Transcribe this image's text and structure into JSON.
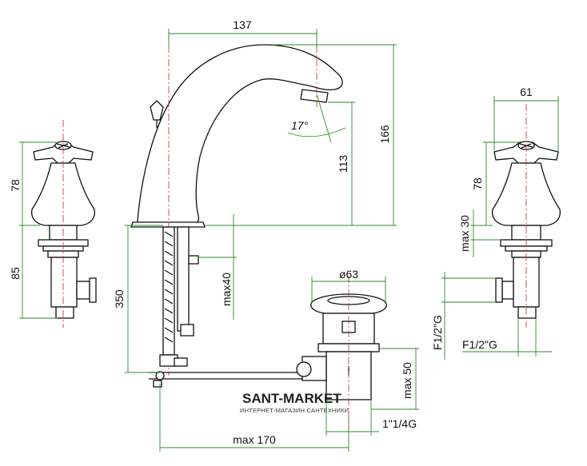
{
  "dimensions": {
    "spout_reach": "137",
    "height_total": "166",
    "height_outlet": "113",
    "spout_angle": "17°",
    "handle_height_left": "78",
    "valve_body_left": "85",
    "supply_length": "350",
    "deck_max": "max40",
    "handle_width_right": "61",
    "handle_height_right": "78",
    "deck_max_right": "max 30",
    "thread_right_vertical": "F1/2\"G",
    "thread_right_horizontal": "F1/2\"G",
    "drain_diameter": "ø63",
    "drain_max": "max 50",
    "drain_thread": "1\"1/4G",
    "rod_max": "max 170"
  },
  "watermark": {
    "brand": "SANT-MARKET",
    "tagline": "ИНТЕРНЕТ-МАГАЗИН САНТЕХНИКИ"
  },
  "colors": {
    "outline": "#111111",
    "dimension_line": "#2e8a2e",
    "centerline": "#d23a3a"
  }
}
